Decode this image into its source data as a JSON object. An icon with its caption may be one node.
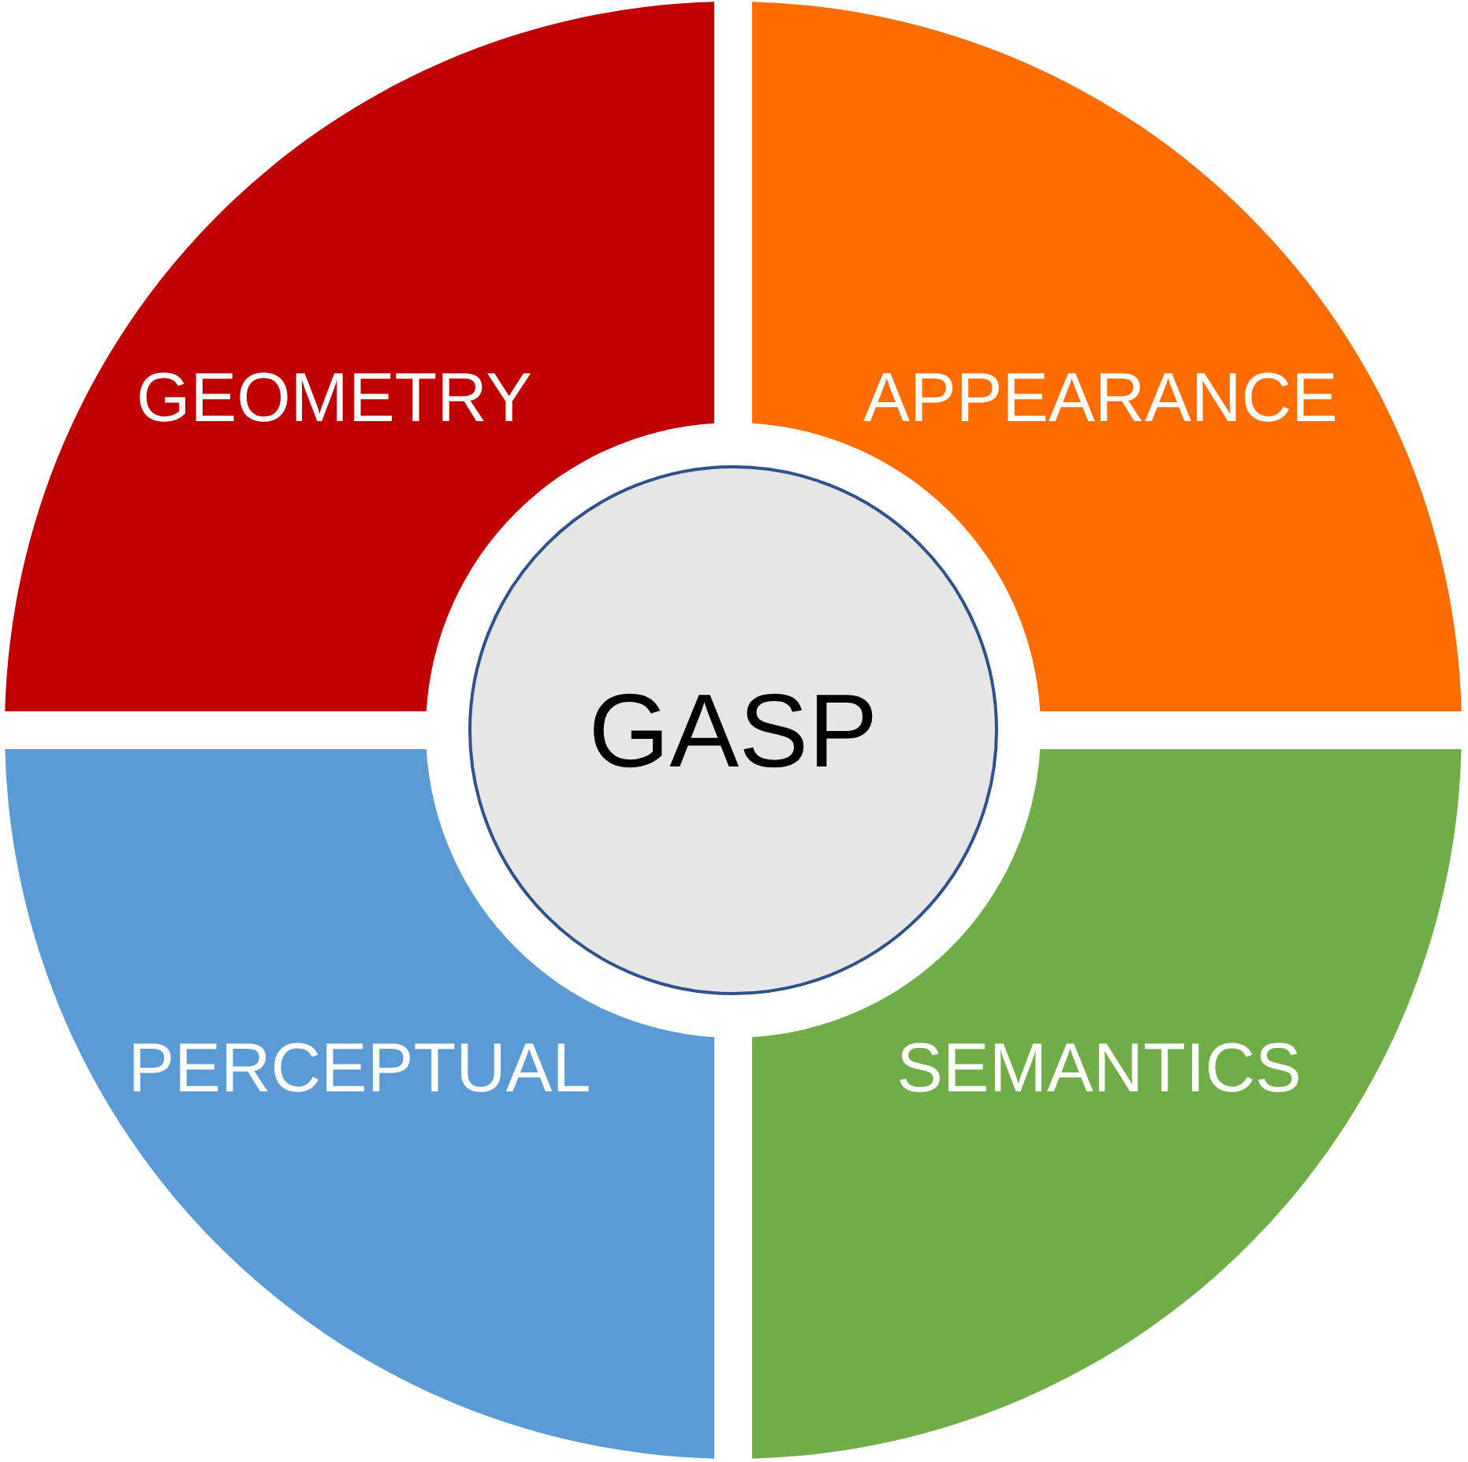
{
  "diagram": {
    "nodes": [
      {
        "text": [
          "GEOMETRY"
        ]
      },
      {
        "text": [
          "APPEARANCE"
        ]
      },
      {
        "text": [
          "GASP"
        ]
      },
      {
        "text": [
          "PERCEPTUAL"
        ]
      },
      {
        "text": [
          "SEMANTICS"
        ]
      }
    ]
  }
}
